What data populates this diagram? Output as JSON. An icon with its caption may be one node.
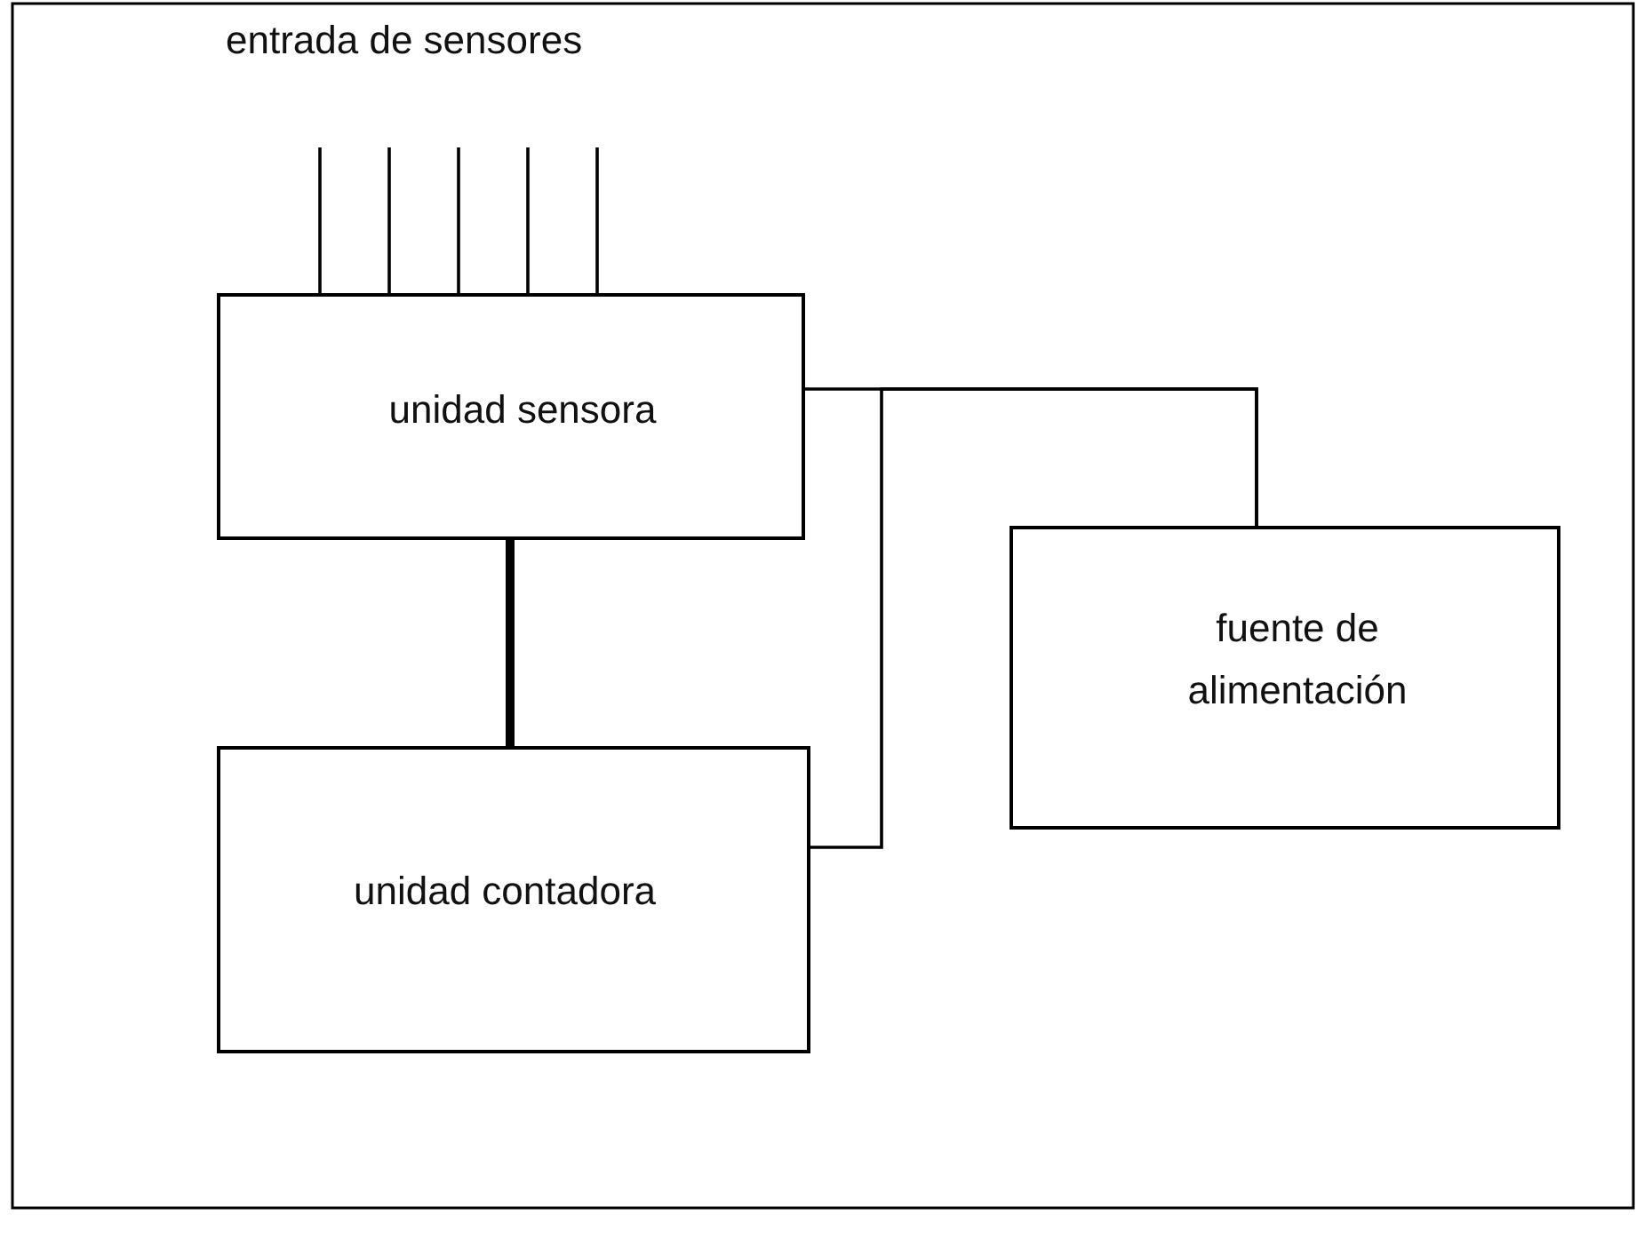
{
  "diagram": {
    "nodes": [
      {
        "text": [
          "unidad sensora"
        ]
      },
      {
        "text": [
          "unidad contadora"
        ]
      },
      {
        "text": [
          "fuente de alimentación"
        ]
      }
    ],
    "edges": [
      {
        "from": null,
        "to": 0,
        "arrow": "none"
      },
      {
        "from": null,
        "to": 0,
        "arrow": "none"
      },
      {
        "from": null,
        "to": 0,
        "arrow": "none"
      },
      {
        "from": null,
        "to": 0,
        "arrow": "none"
      },
      {
        "from": null,
        "to": 0,
        "arrow": "none"
      },
      {
        "from": 0,
        "to": 1,
        "arrow": "none",
        "style": "thick"
      },
      {
        "from": 0,
        "to": 2,
        "arrow": "none"
      },
      {
        "from": 1,
        "to": 2,
        "arrow": "none"
      }
    ],
    "labels": [
      "entrada de sensores"
    ]
  }
}
